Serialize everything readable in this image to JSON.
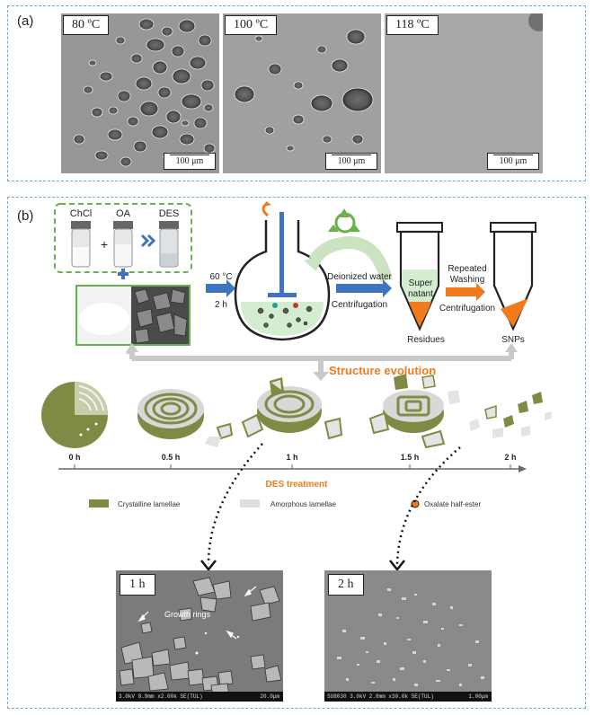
{
  "panel_a": {
    "label": "(a)",
    "images": [
      {
        "temp": "80 ºC",
        "scale": "100 μm"
      },
      {
        "temp": "100 ºC",
        "scale": "100 μm"
      },
      {
        "temp": "118 ºC",
        "scale": "100 μm"
      }
    ]
  },
  "panel_b": {
    "label": "(b)",
    "reagents": {
      "chcl": "ChCl",
      "oa": "OA",
      "des": "DES",
      "plus": "+"
    },
    "step1": {
      "temp": "60 °C",
      "time": "2 h"
    },
    "step2": {
      "line1": "Deionized water",
      "line2": "Centrifugation"
    },
    "tube1": {
      "line1": "Super",
      "line2": "natant",
      "label": "Residues"
    },
    "step3": {
      "line1": "Repeated",
      "line2": "Washing",
      "line3": "Centrifugation"
    },
    "tube2": {
      "label": "SNPs"
    },
    "evolution_title": "Structure evolution",
    "timeline": {
      "ticks": [
        "0 h",
        "0.5 h",
        "1 h",
        "1.5 h",
        "2 h"
      ],
      "title": "DES treatment"
    },
    "legend": [
      "Crystalline lamellae",
      "Amorphous lamellae",
      "Oxalate half-ester"
    ],
    "colors": {
      "olive": "#7f8a45",
      "orange": "#f07a1e",
      "blue": "#3f74c0",
      "green": "#6ab04c"
    },
    "sem": [
      {
        "label": "1 h",
        "annotation": "Growth rings",
        "footer_left": "3.0kV 8.9mm x2.00k SE(TUL)",
        "footer_right": "20.0μm"
      },
      {
        "label": "2 h",
        "footer_left": "SU8030 3.0kV 2.8mm x30.0k SE(TUL)",
        "footer_right": "1.00μm"
      }
    ]
  }
}
